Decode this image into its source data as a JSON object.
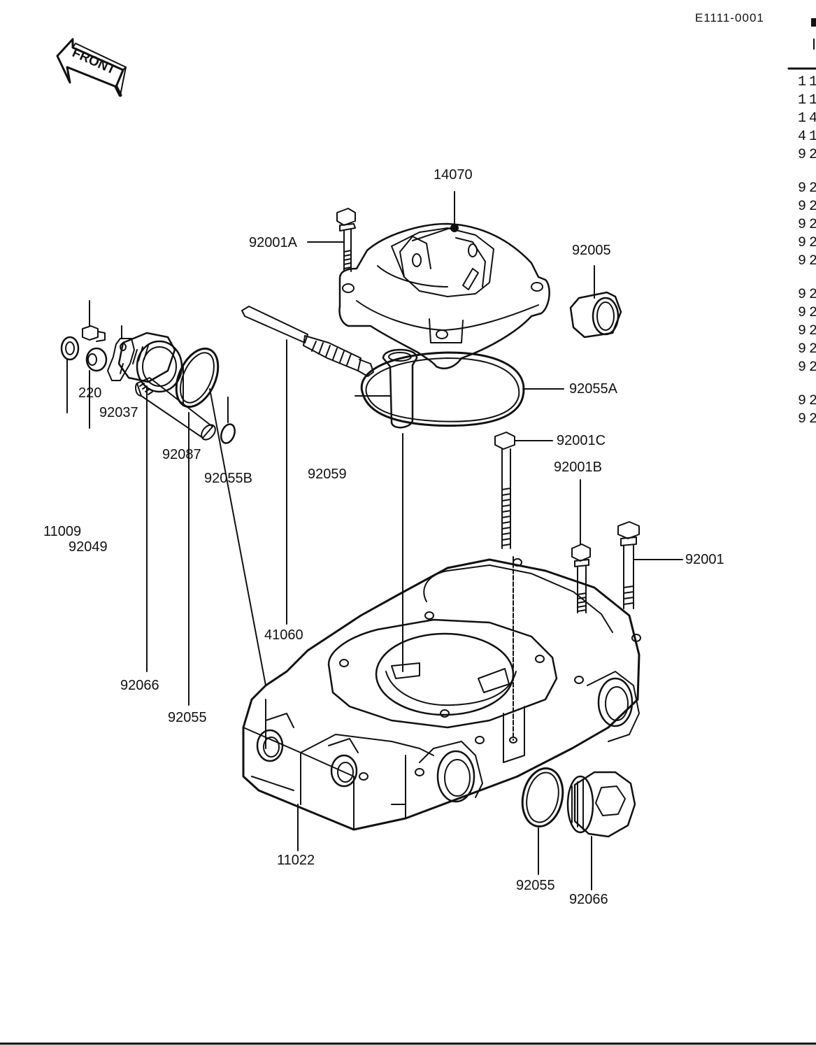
{
  "header": {
    "code": "E1111-0001"
  },
  "front_arrow": {
    "label": "FRONT"
  },
  "callouts": {
    "p14070": "14070",
    "p92001A": "92001A",
    "p92005": "92005",
    "p92055A": "92055A",
    "p220": "220",
    "p92037": "92037",
    "p92087": "92087",
    "p92055B": "92055B",
    "p92059": "92059",
    "p92001C": "92001C",
    "p92001B": "92001B",
    "p11009": "11009",
    "p92049": "92049",
    "p92001": "92001",
    "p41060": "41060",
    "p92066a": "92066",
    "p92055a": "92055",
    "p11022": "11022",
    "p92055b": "92055",
    "p92066b": "92066"
  },
  "side_column": {
    "items": [
      "11",
      "11",
      "14",
      "41",
      "92",
      "92",
      "92",
      "92",
      "92",
      "92",
      "92",
      "92",
      "92",
      "92",
      "92",
      "92",
      "92"
    ]
  }
}
